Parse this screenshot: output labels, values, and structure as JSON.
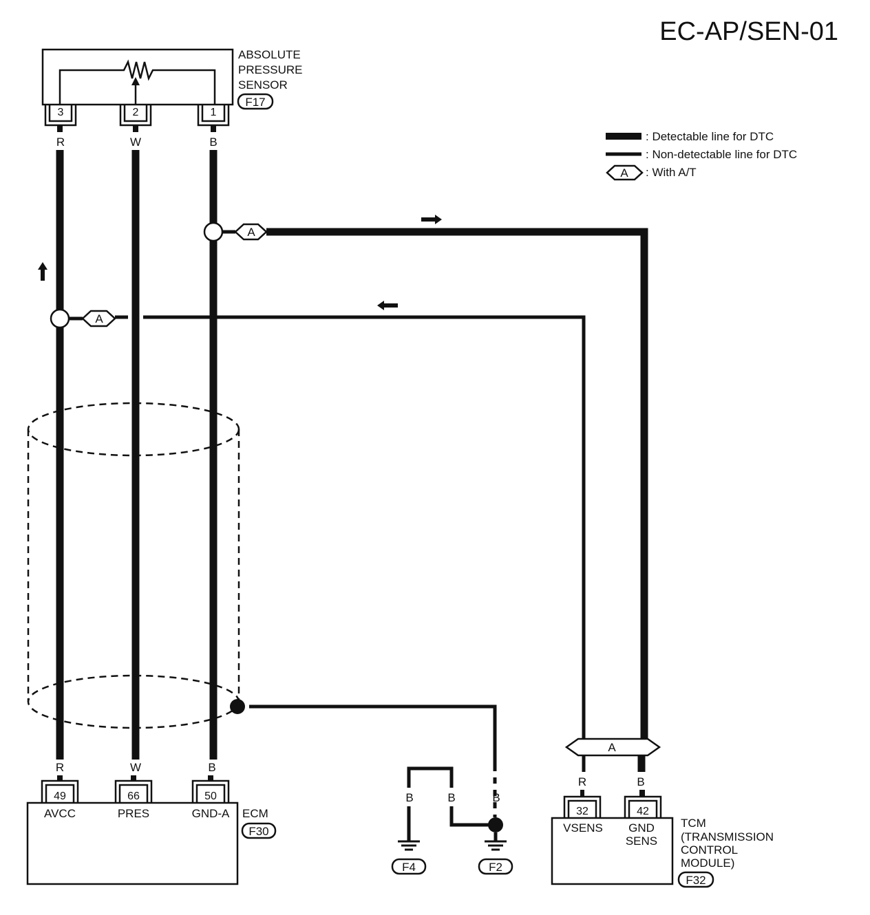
{
  "title": "EC-AP/SEN-01",
  "legend": {
    "detectable": ": Detectable line for DTC",
    "non_detectable": ": Non-detectable line for DTC",
    "with_at_symbol": "A",
    "with_at": ": With A/T"
  },
  "sensor": {
    "name_lines": [
      "ABSOLUTE",
      "PRESSURE",
      "SENSOR"
    ],
    "connector": "F17",
    "pins": [
      "3",
      "2",
      "1"
    ],
    "wire_colors": [
      "R",
      "W",
      "B"
    ]
  },
  "at_marker": "A",
  "ecm": {
    "name": "ECM",
    "connector": "F30",
    "pins": [
      "49",
      "66",
      "50"
    ],
    "pin_labels": [
      "AVCC",
      "PRES",
      "GND-A"
    ],
    "wire_colors": [
      "R",
      "W",
      "B"
    ]
  },
  "tcm": {
    "name_lines": [
      "TCM",
      "(TRANSMISSION",
      "CONTROL",
      "MODULE)"
    ],
    "connector": "F32",
    "pins": [
      "32",
      "42"
    ],
    "pin_labels": [
      "VSENS",
      "GND\nSENS"
    ],
    "pin_labels_split": [
      [
        "VSENS"
      ],
      [
        "GND",
        "SENS"
      ]
    ],
    "wire_colors": [
      "R",
      "B"
    ]
  },
  "grounds": {
    "wire_colors": [
      "B",
      "B",
      "B"
    ],
    "connectors": [
      "F4",
      "F2"
    ]
  }
}
